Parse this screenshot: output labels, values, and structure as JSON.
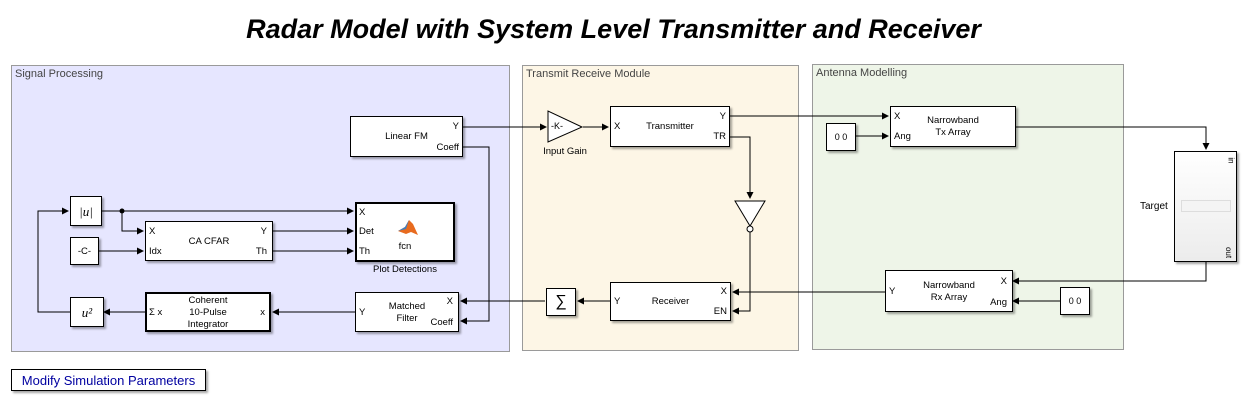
{
  "title": "Radar Model with System Level Transmitter and Receiver",
  "areas": {
    "signal_processing": "Signal Processing",
    "transmit_receive": "Transmit Receive Module",
    "antenna": "Antenna Modelling"
  },
  "blocks": {
    "linear_fm": {
      "label": "Linear FM",
      "out_y": "Y",
      "out_coeff": "Coeff"
    },
    "abs": {
      "label": "|u|"
    },
    "constant": {
      "label": "-C-"
    },
    "square": {
      "label": "u²"
    },
    "ca_cfar": {
      "label": "CA CFAR",
      "in_x": "X",
      "in_idx": "Idx",
      "out_y": "Y",
      "out_th": "Th"
    },
    "plot_detections": {
      "label": "fcn",
      "caption": "Plot Detections",
      "in_x": "X",
      "in_det": "Det",
      "in_th": "Th"
    },
    "integrator": {
      "line1": "Coherent",
      "line2": "10-Pulse",
      "line3": "Integrator",
      "in_sum": "Σ x",
      "out_x": "x"
    },
    "matched_filter": {
      "line1": "Matched",
      "line2": "Filter",
      "out_y": "Y",
      "in_x": "X",
      "in_coeff": "Coeff"
    },
    "input_gain": {
      "label": "-K-",
      "caption": "Input Gain"
    },
    "transmitter": {
      "label": "Transmitter",
      "in_x": "X",
      "out_y": "Y",
      "out_tr": "TR"
    },
    "receiver": {
      "label": "Receiver",
      "out_y": "Y",
      "in_x": "X",
      "in_en": "EN"
    },
    "sum": {
      "label": "∑"
    },
    "tx_array": {
      "line1": "Narrowband",
      "line2": "Tx Array",
      "in_x": "X",
      "in_ang": "Ang"
    },
    "rx_array": {
      "line1": "Narrowband",
      "line2": "Rx Array",
      "out_y": "Y",
      "in_x": "X",
      "in_ang": "Ang"
    },
    "tx_angle_const": {
      "label": "0  0"
    },
    "rx_angle_const": {
      "label": "0  0"
    },
    "target": {
      "label": "Target",
      "port_in": "in",
      "port_out": "out"
    }
  },
  "button": {
    "label": "Modify Simulation Parameters"
  }
}
